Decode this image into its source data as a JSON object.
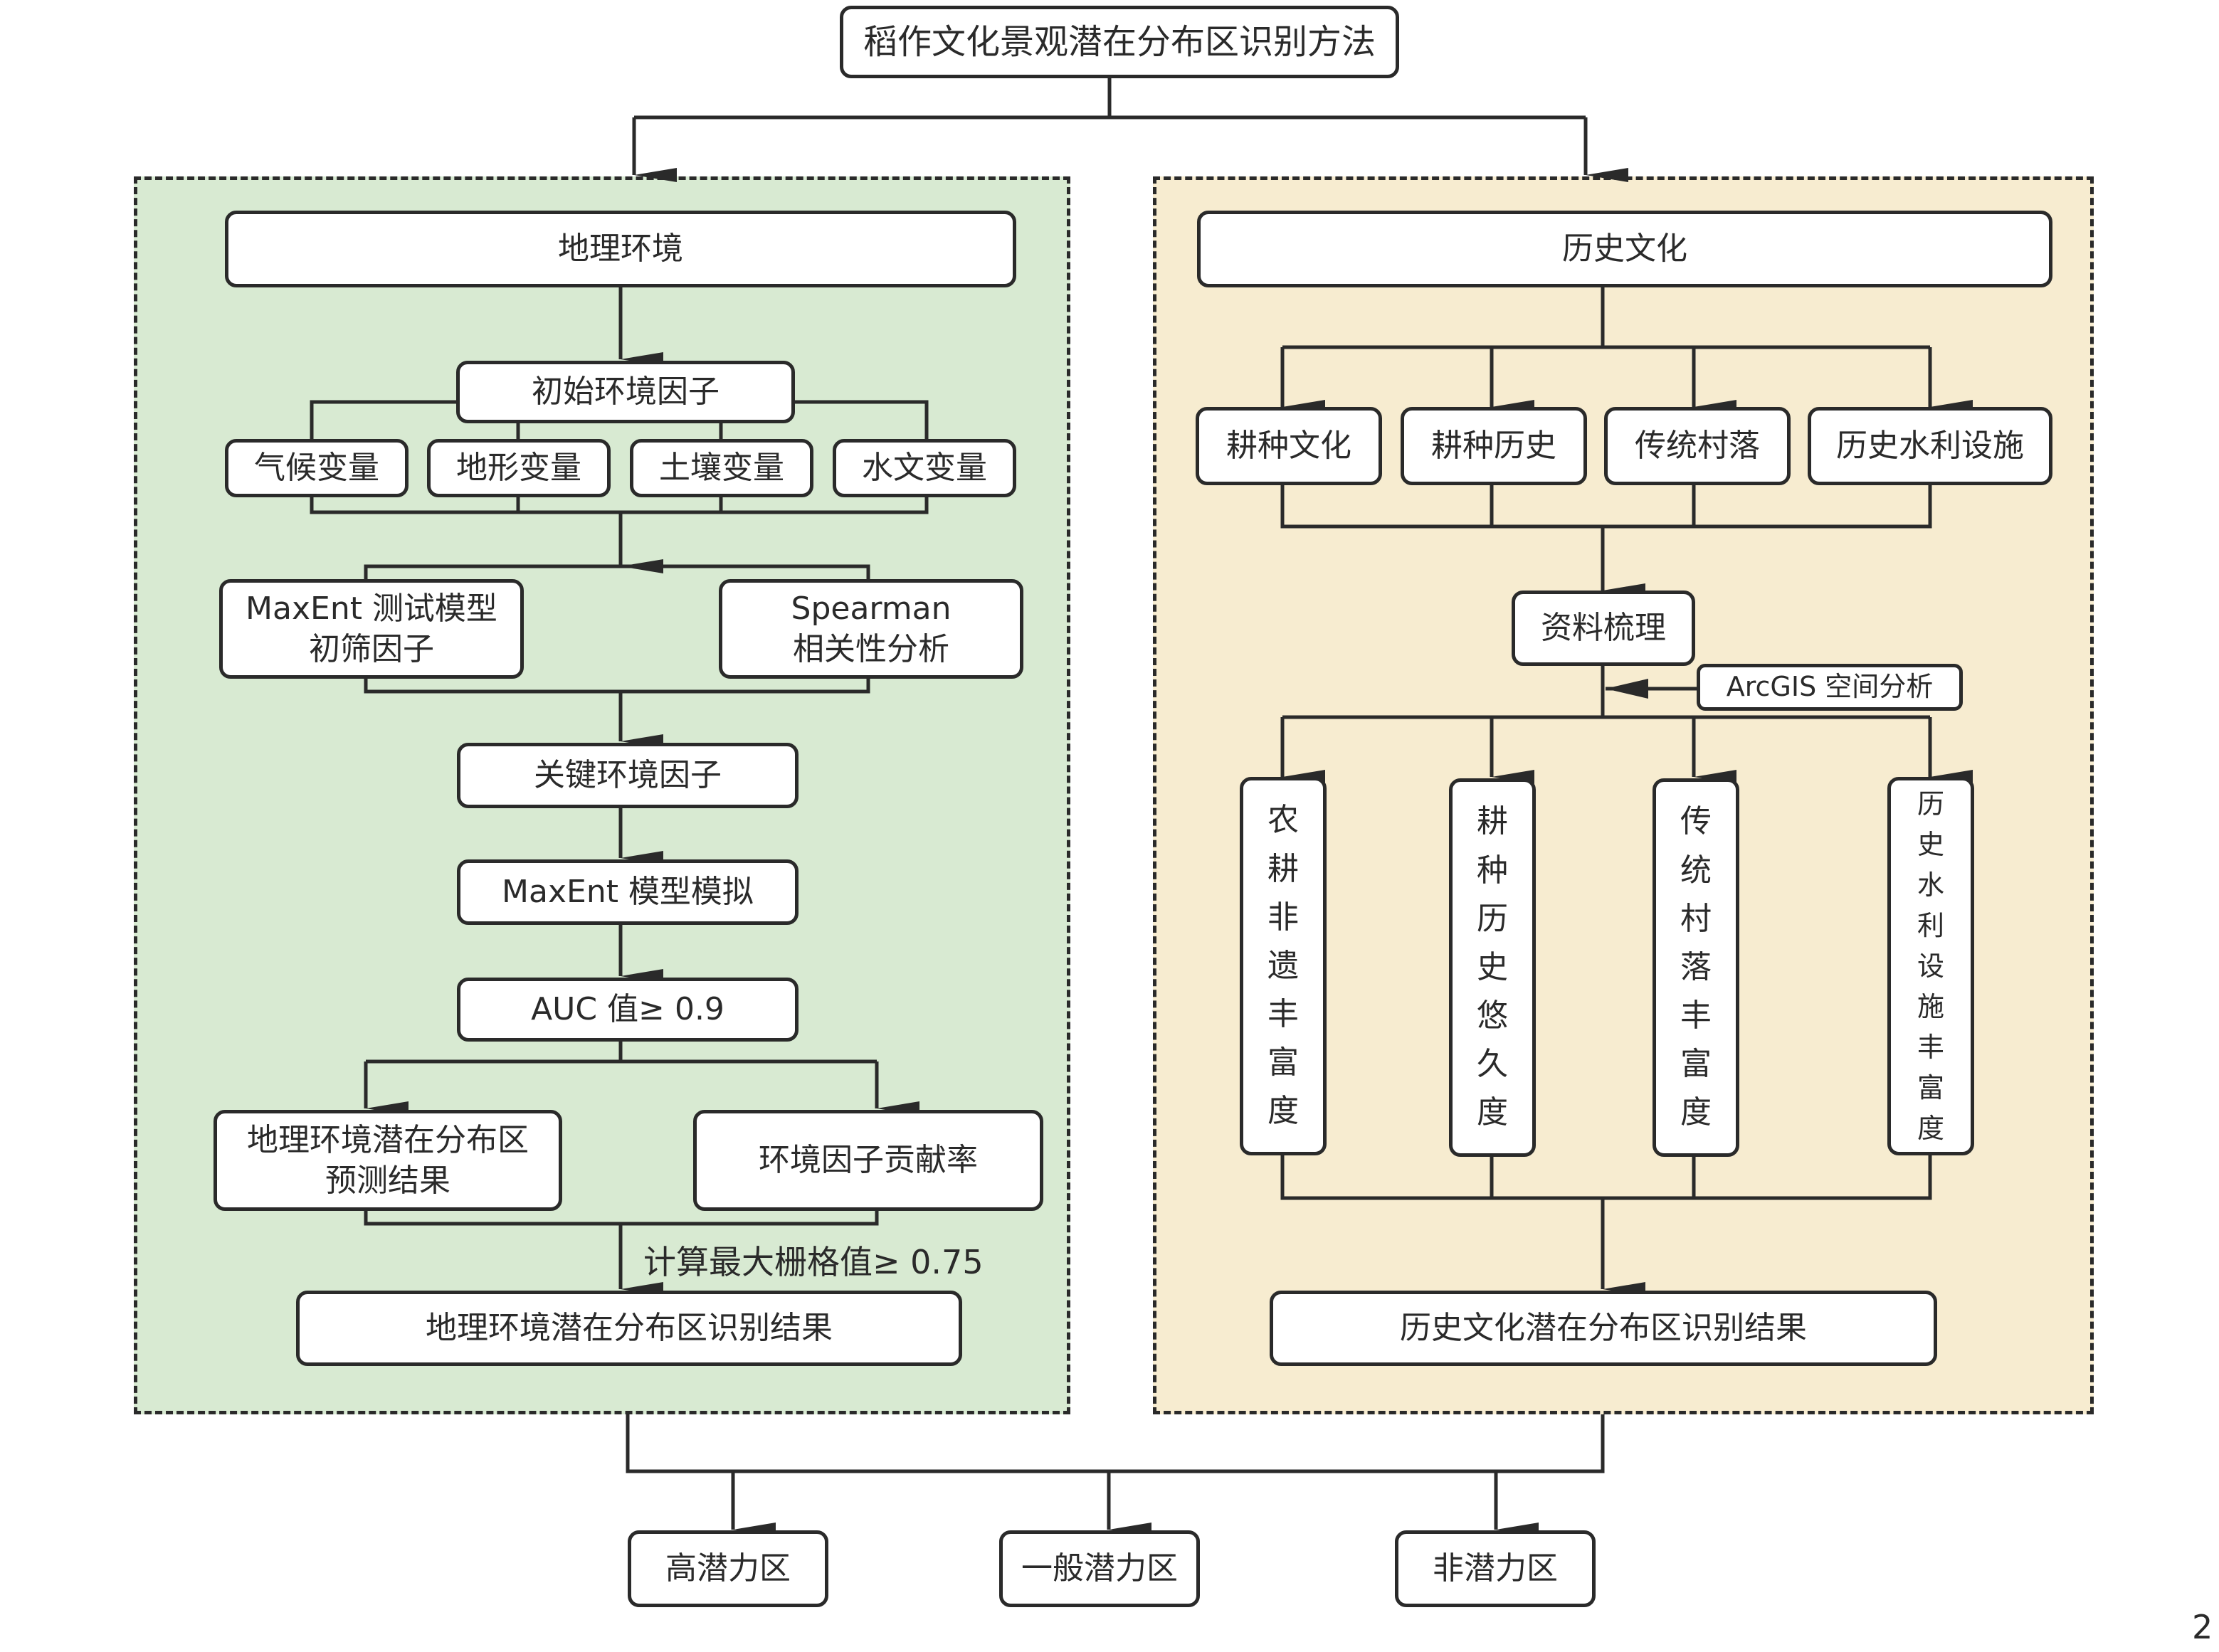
{
  "title": "稻作文化景观潜在分布区识别方法",
  "colors": {
    "geo_panel": "#d8ead2",
    "hist_panel": "#f7ecd0",
    "line": "#2a2a2a",
    "box_fill": "#ffffff"
  },
  "geo": {
    "header": "地理环境",
    "initial_factors": "初始环境因子",
    "variables": [
      "气候变量",
      "地形变量",
      "土壤变量",
      "水文变量"
    ],
    "screen_maxent": "MaxEnt 测试模型\n初筛因子",
    "screen_spearman": "Spearman\n相关性分析",
    "key_factors": "关键环境因子",
    "maxent_sim": "MaxEnt 模型模拟",
    "auc": "AUC 值≥ 0.9",
    "prediction": "地理环境潜在分布区\n预测结果",
    "contribution": "环境因子贡献率",
    "threshold_note": "计算最大栅格值≥ 0.75",
    "result": "地理环境潜在分布区识别结果"
  },
  "hist": {
    "header": "历史文化",
    "categories": [
      "耕种文化",
      "耕种历史",
      "传统村落",
      "历史水利设施"
    ],
    "data_sorting": "资料梳理",
    "arcgis": "ArcGIS 空间分析",
    "indices": [
      "农耕非遗丰富度",
      "耕种历史悠久度",
      "传统村落丰富度",
      "历史水利设施丰富度"
    ],
    "result": "历史文化潜在分布区识别结果"
  },
  "outcomes": [
    "高潜力区",
    "一般潜力区",
    "非潜力区"
  ],
  "page_number": "2"
}
